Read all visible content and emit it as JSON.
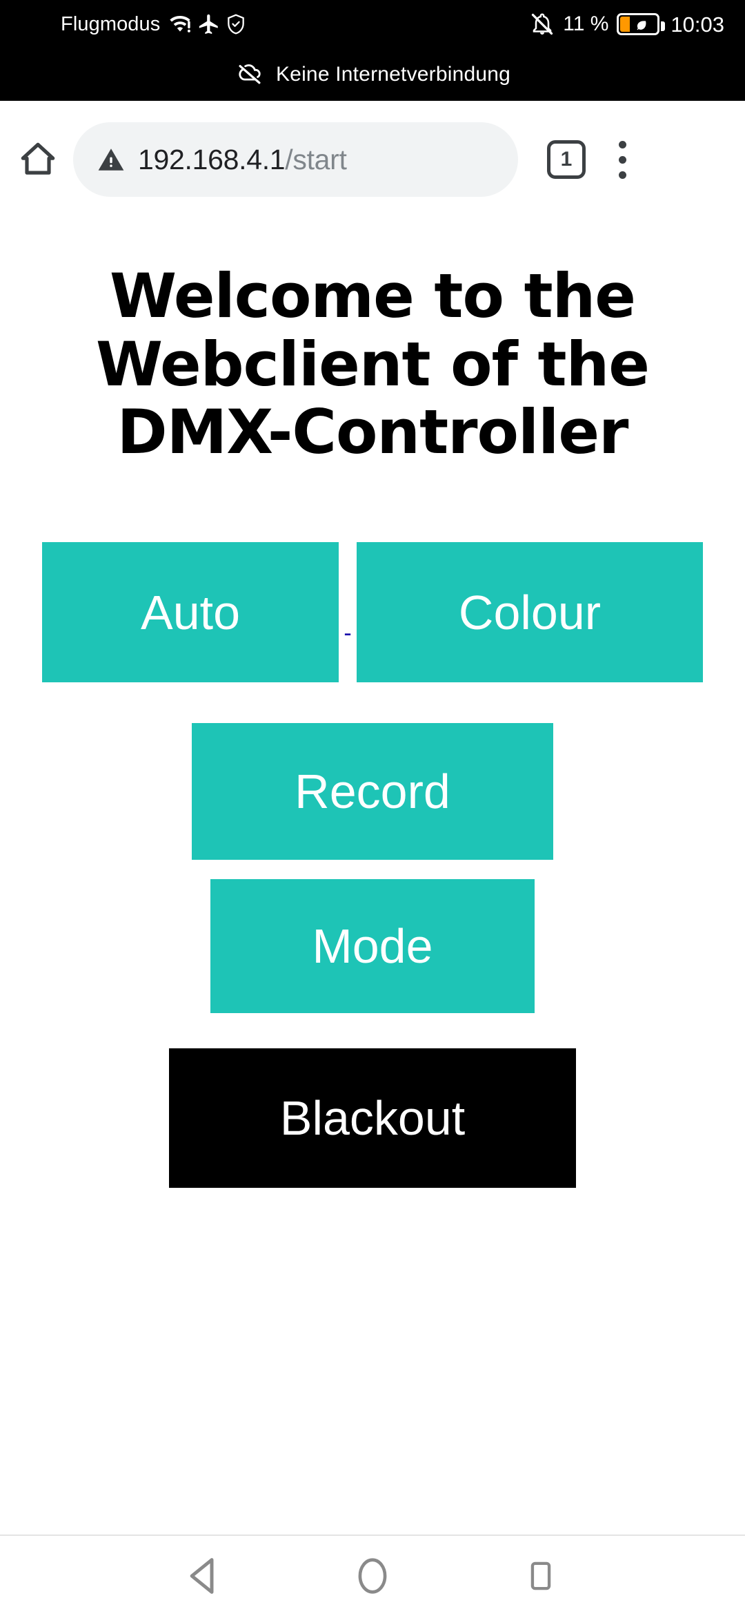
{
  "status_bar": {
    "carrier_label": "Flugmodus",
    "icons_left": [
      "wifi-warning-icon",
      "airplane-mode-icon",
      "shield-icon"
    ],
    "notifications_icon": "bell-off-icon",
    "battery_percent": "11 %",
    "battery_icon": "battery-saver-icon",
    "battery_fill_color": "#FF9800",
    "clock": "10:03",
    "connection_notice": "Keine Internetverbindung",
    "connection_icon": "cloud-off-icon",
    "background_color": "#000000"
  },
  "browser": {
    "home_icon": "home-icon",
    "security_icon": "warning-triangle-icon",
    "url_host": "192.168.4.1",
    "url_path": "/start",
    "tab_count": "1",
    "menu_icon": "overflow-menu-icon"
  },
  "page": {
    "heading": "Welcome to the Webclient of the DMX-Controller",
    "accent_color": "#1ec4b6",
    "link_separator": "-",
    "buttons": [
      {
        "label": "Auto",
        "color": "#1ec4b6",
        "text_color": "#ffffff"
      },
      {
        "label": "Colour",
        "color": "#1ec4b6",
        "text_color": "#ffffff"
      },
      {
        "label": "Record",
        "color": "#1ec4b6",
        "text_color": "#ffffff"
      },
      {
        "label": "Mode",
        "color": "#1ec4b6",
        "text_color": "#ffffff"
      },
      {
        "label": "Blackout",
        "color": "#000000",
        "text_color": "#ffffff"
      }
    ]
  },
  "nav_bar": {
    "back_icon": "back-triangle-icon",
    "home_icon": "home-circle-icon",
    "recents_icon": "recents-square-icon",
    "icon_color": "#8a8a8a"
  }
}
